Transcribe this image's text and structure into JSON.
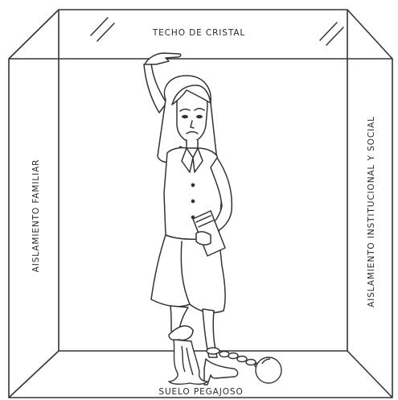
{
  "labels": {
    "top": "TECHO DE CRISTAL",
    "bottom": "SUELO PEGAJOSO",
    "left": "AISLAMIENTO FAMILIAR",
    "right": "AISLAMIENTO INSTITUCIONAL Y SOCIAL"
  },
  "colors": {
    "line": "#333333",
    "background": "#ffffff"
  }
}
